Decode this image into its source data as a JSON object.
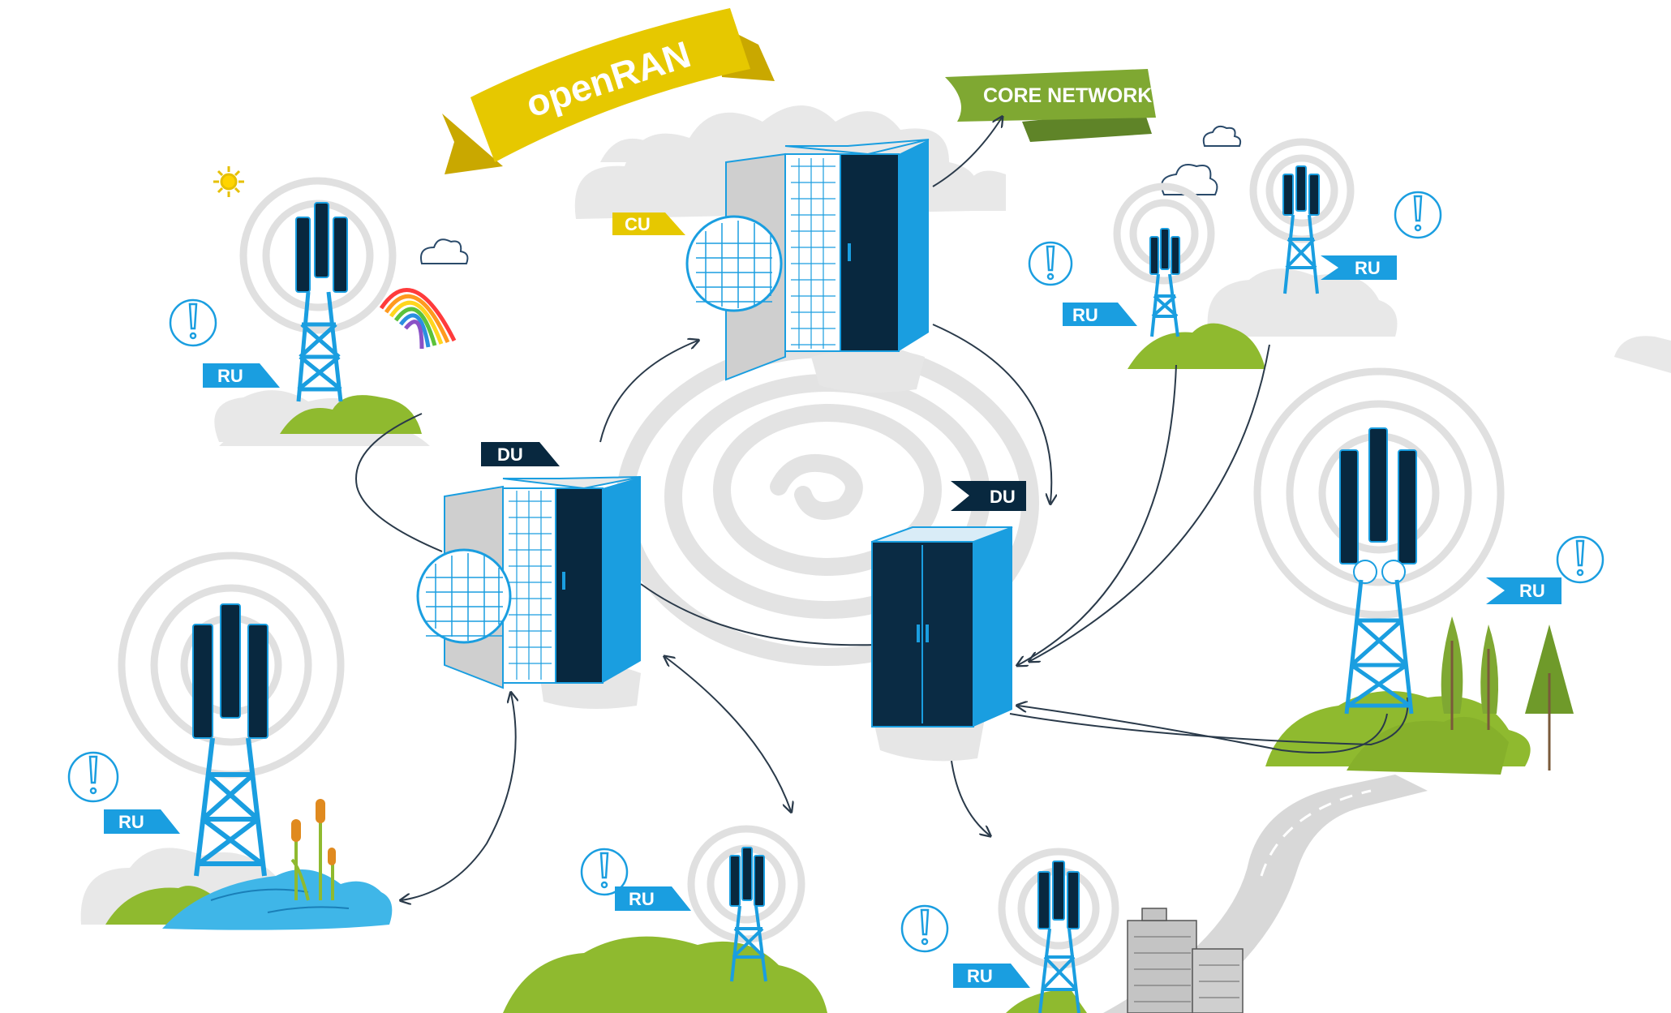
{
  "banner": {
    "title": "openRAN",
    "core": "CORE NETWORK"
  },
  "labels": {
    "cu": "CU",
    "du": "DU",
    "ru": "RU"
  },
  "colors": {
    "sky_blue": "#1a9ee0",
    "navy": "#08283f",
    "banner_yellow": "#e6c800",
    "core_green": "#7fa832",
    "hill_green": "#8fba2f",
    "water_blue": "#3fb6e8",
    "cloud_grey": "#e6e6e6",
    "wire": "#2a3a4a"
  }
}
